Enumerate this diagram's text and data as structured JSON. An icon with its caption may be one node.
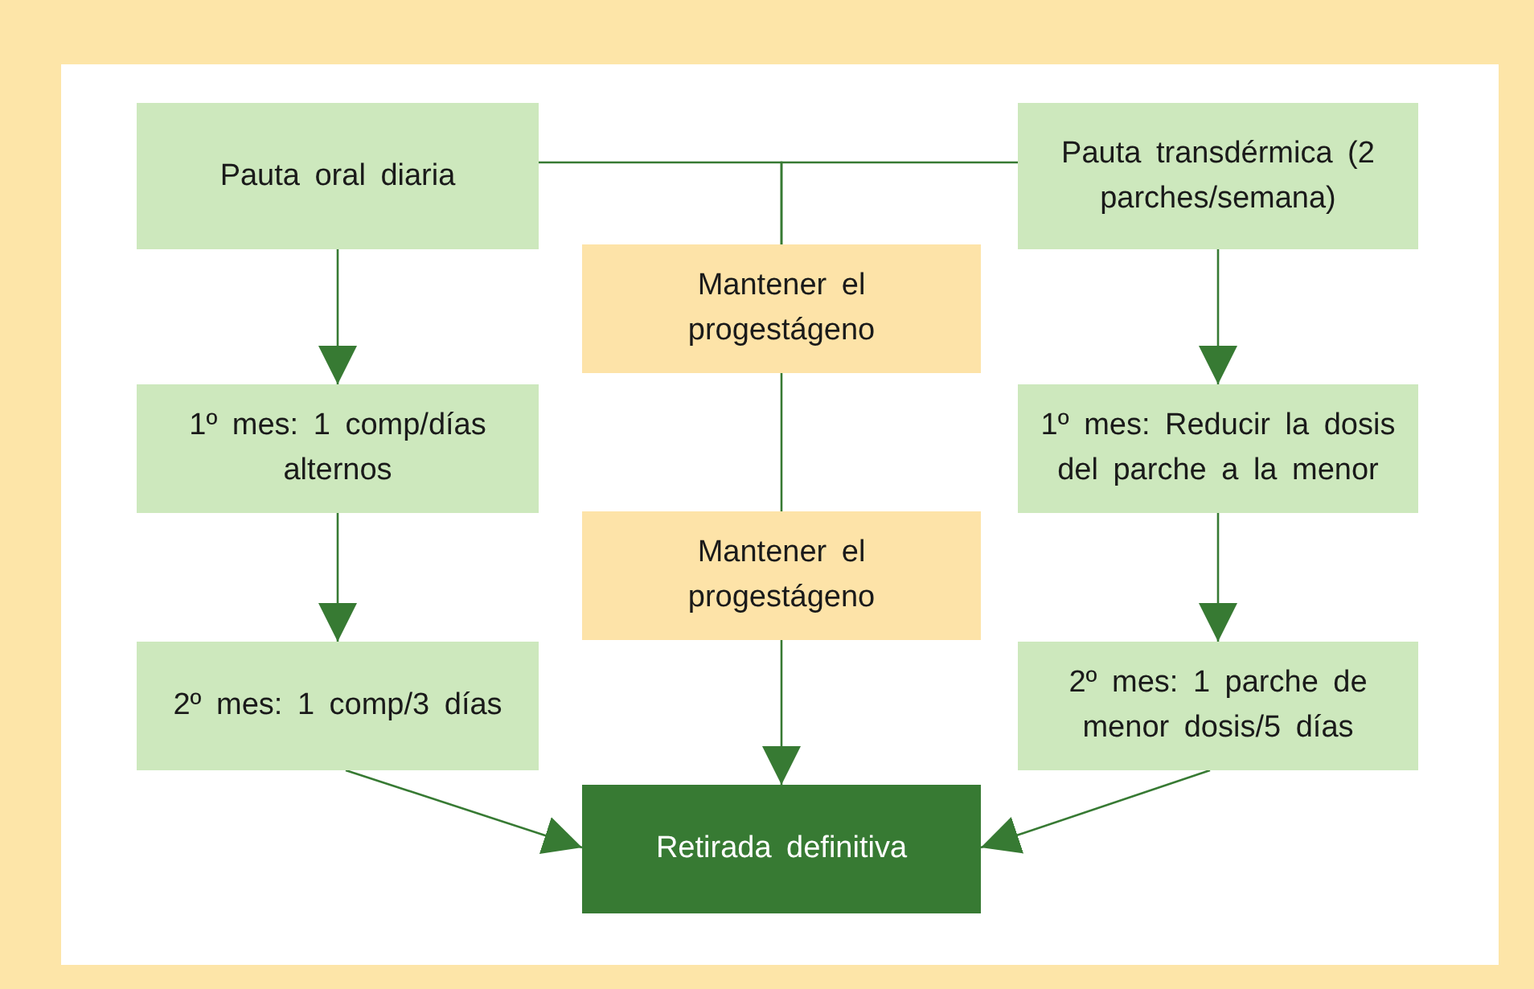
{
  "diagram": {
    "nodes": [
      {
        "text": [
          "Pauta oral diaria"
        ]
      },
      {
        "text": [
          "Pauta transdérmica (2 parches/semana)"
        ]
      },
      {
        "text": [
          "Mantener el progestágeno"
        ]
      },
      {
        "text": [
          "1º mes: 1 comp/días alternos"
        ]
      },
      {
        "text": [
          "1º mes: Reducir la dosis del parche a la menor"
        ]
      },
      {
        "text": [
          "Mantener el progestágeno"
        ]
      },
      {
        "text": [
          "2º mes: 1 comp/3 días"
        ]
      },
      {
        "text": [
          "2º mes: 1 parche de menor dosis/5 días"
        ]
      },
      {
        "text": [
          "Retirada definitiva"
        ]
      }
    ],
    "edges": [
      {
        "from": 0,
        "to": 2,
        "arrow": "none"
      },
      {
        "from": 1,
        "to": 2,
        "arrow": "none"
      },
      {
        "from": 0,
        "to": 3,
        "arrow": "to"
      },
      {
        "from": 1,
        "to": 4,
        "arrow": "to"
      },
      {
        "from": 2,
        "to": 5,
        "arrow": "none"
      },
      {
        "from": 3,
        "to": 6,
        "arrow": "to"
      },
      {
        "from": 4,
        "to": 7,
        "arrow": "to"
      },
      {
        "from": 5,
        "to": 8,
        "arrow": "to"
      },
      {
        "from": 6,
        "to": 8,
        "arrow": "to"
      },
      {
        "from": 7,
        "to": 8,
        "arrow": "to"
      }
    ]
  }
}
